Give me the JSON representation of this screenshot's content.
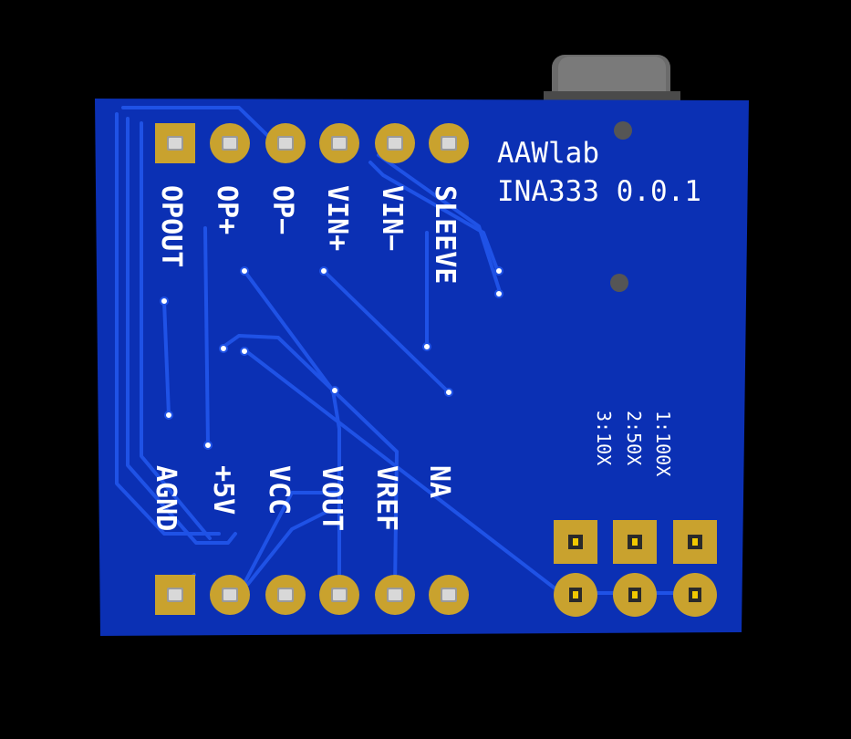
{
  "board": {
    "brand": "AAWlab",
    "model": "INA333 0.0.1",
    "colors": {
      "background": "#000000",
      "pcb": "#0b30b4",
      "trace": "#1f52e6",
      "copper": "#c9a22e",
      "silkscreen": "#ffffff",
      "jack": "#5a5a5a"
    }
  },
  "top_pins": [
    {
      "label": "OPOUT",
      "pad": "square"
    },
    {
      "label": "OP+",
      "pad": "round"
    },
    {
      "label": "OP−",
      "pad": "round"
    },
    {
      "label": "VIN+",
      "pad": "round"
    },
    {
      "label": "VIN−",
      "pad": "round"
    },
    {
      "label": "SLEEVE",
      "pad": "round"
    }
  ],
  "bottom_pins": [
    {
      "label": "AGND",
      "pad": "square"
    },
    {
      "label": "+5V",
      "pad": "round"
    },
    {
      "label": "VCC",
      "pad": "round"
    },
    {
      "label": "VOUT",
      "pad": "round"
    },
    {
      "label": "VREF",
      "pad": "round"
    },
    {
      "label": "NA",
      "pad": "round"
    }
  ],
  "gain_modes": [
    "1:100X",
    "2:50X",
    "3:10X"
  ]
}
